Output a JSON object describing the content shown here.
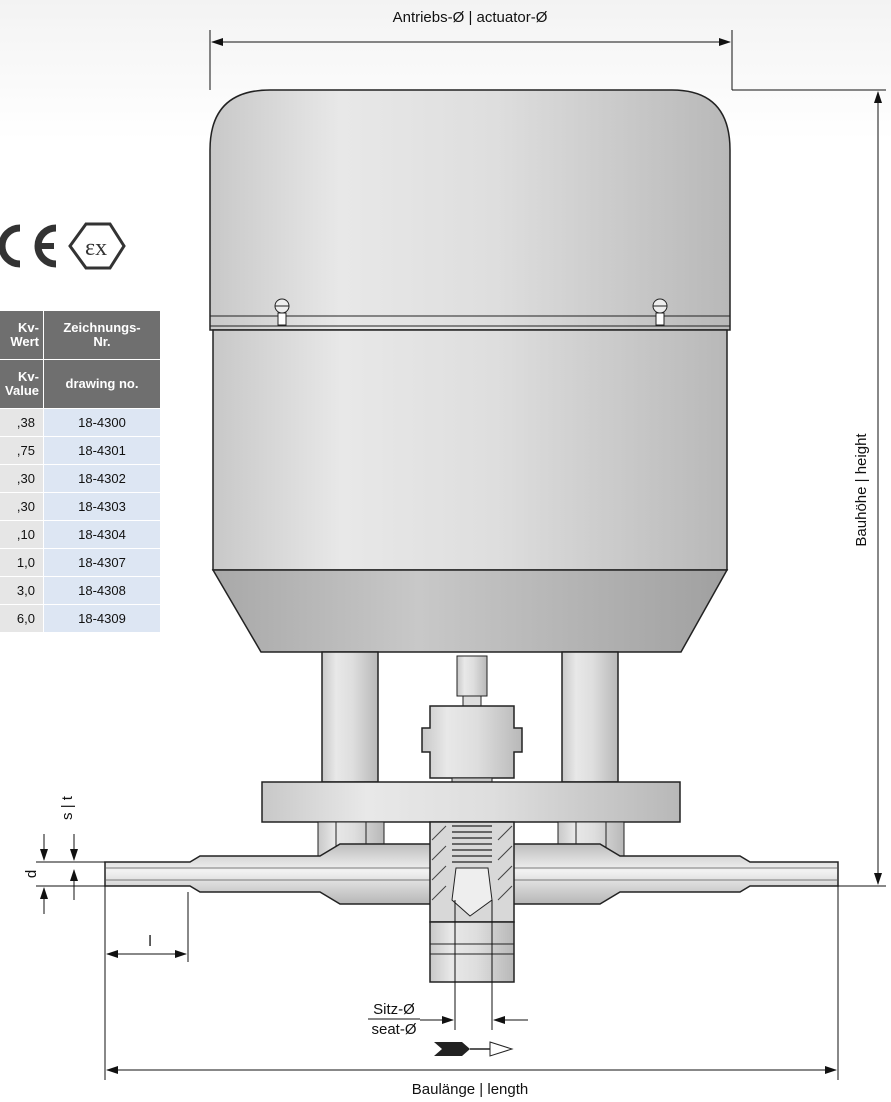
{
  "dimensions": {
    "actuator": "Antriebs-Ø | actuator-Ø",
    "height": "Bauhöhe | height",
    "length": "Baulänge | length",
    "seat_top": "Sitz-Ø",
    "seat_bottom": "seat-Ø",
    "wall": "s | t",
    "diameter": "d",
    "insertion": "l"
  },
  "table": {
    "headers_de": [
      "Kv-\nWert",
      "Zeichnungs-\nNr."
    ],
    "headers_en": [
      "Kv-\nValue",
      "drawing no."
    ],
    "rows": [
      {
        "kv": ",38",
        "drawing": "18-4300"
      },
      {
        "kv": ",75",
        "drawing": "18-4301"
      },
      {
        "kv": ",30",
        "drawing": "18-4302"
      },
      {
        "kv": ",30",
        "drawing": "18-4303"
      },
      {
        "kv": ",10",
        "drawing": "18-4304"
      },
      {
        "kv": "1,0",
        "drawing": "18-4307"
      },
      {
        "kv": "3,0",
        "drawing": "18-4308"
      },
      {
        "kv": "6,0",
        "drawing": "18-4309"
      }
    ]
  },
  "marks": {
    "ce": "CE",
    "ex": "Ex"
  },
  "colors": {
    "header": "#6f6f6f",
    "kv_cell": "#e6e6e6",
    "nr_cell": "#dde6f3",
    "body": "#dcdcdc"
  }
}
